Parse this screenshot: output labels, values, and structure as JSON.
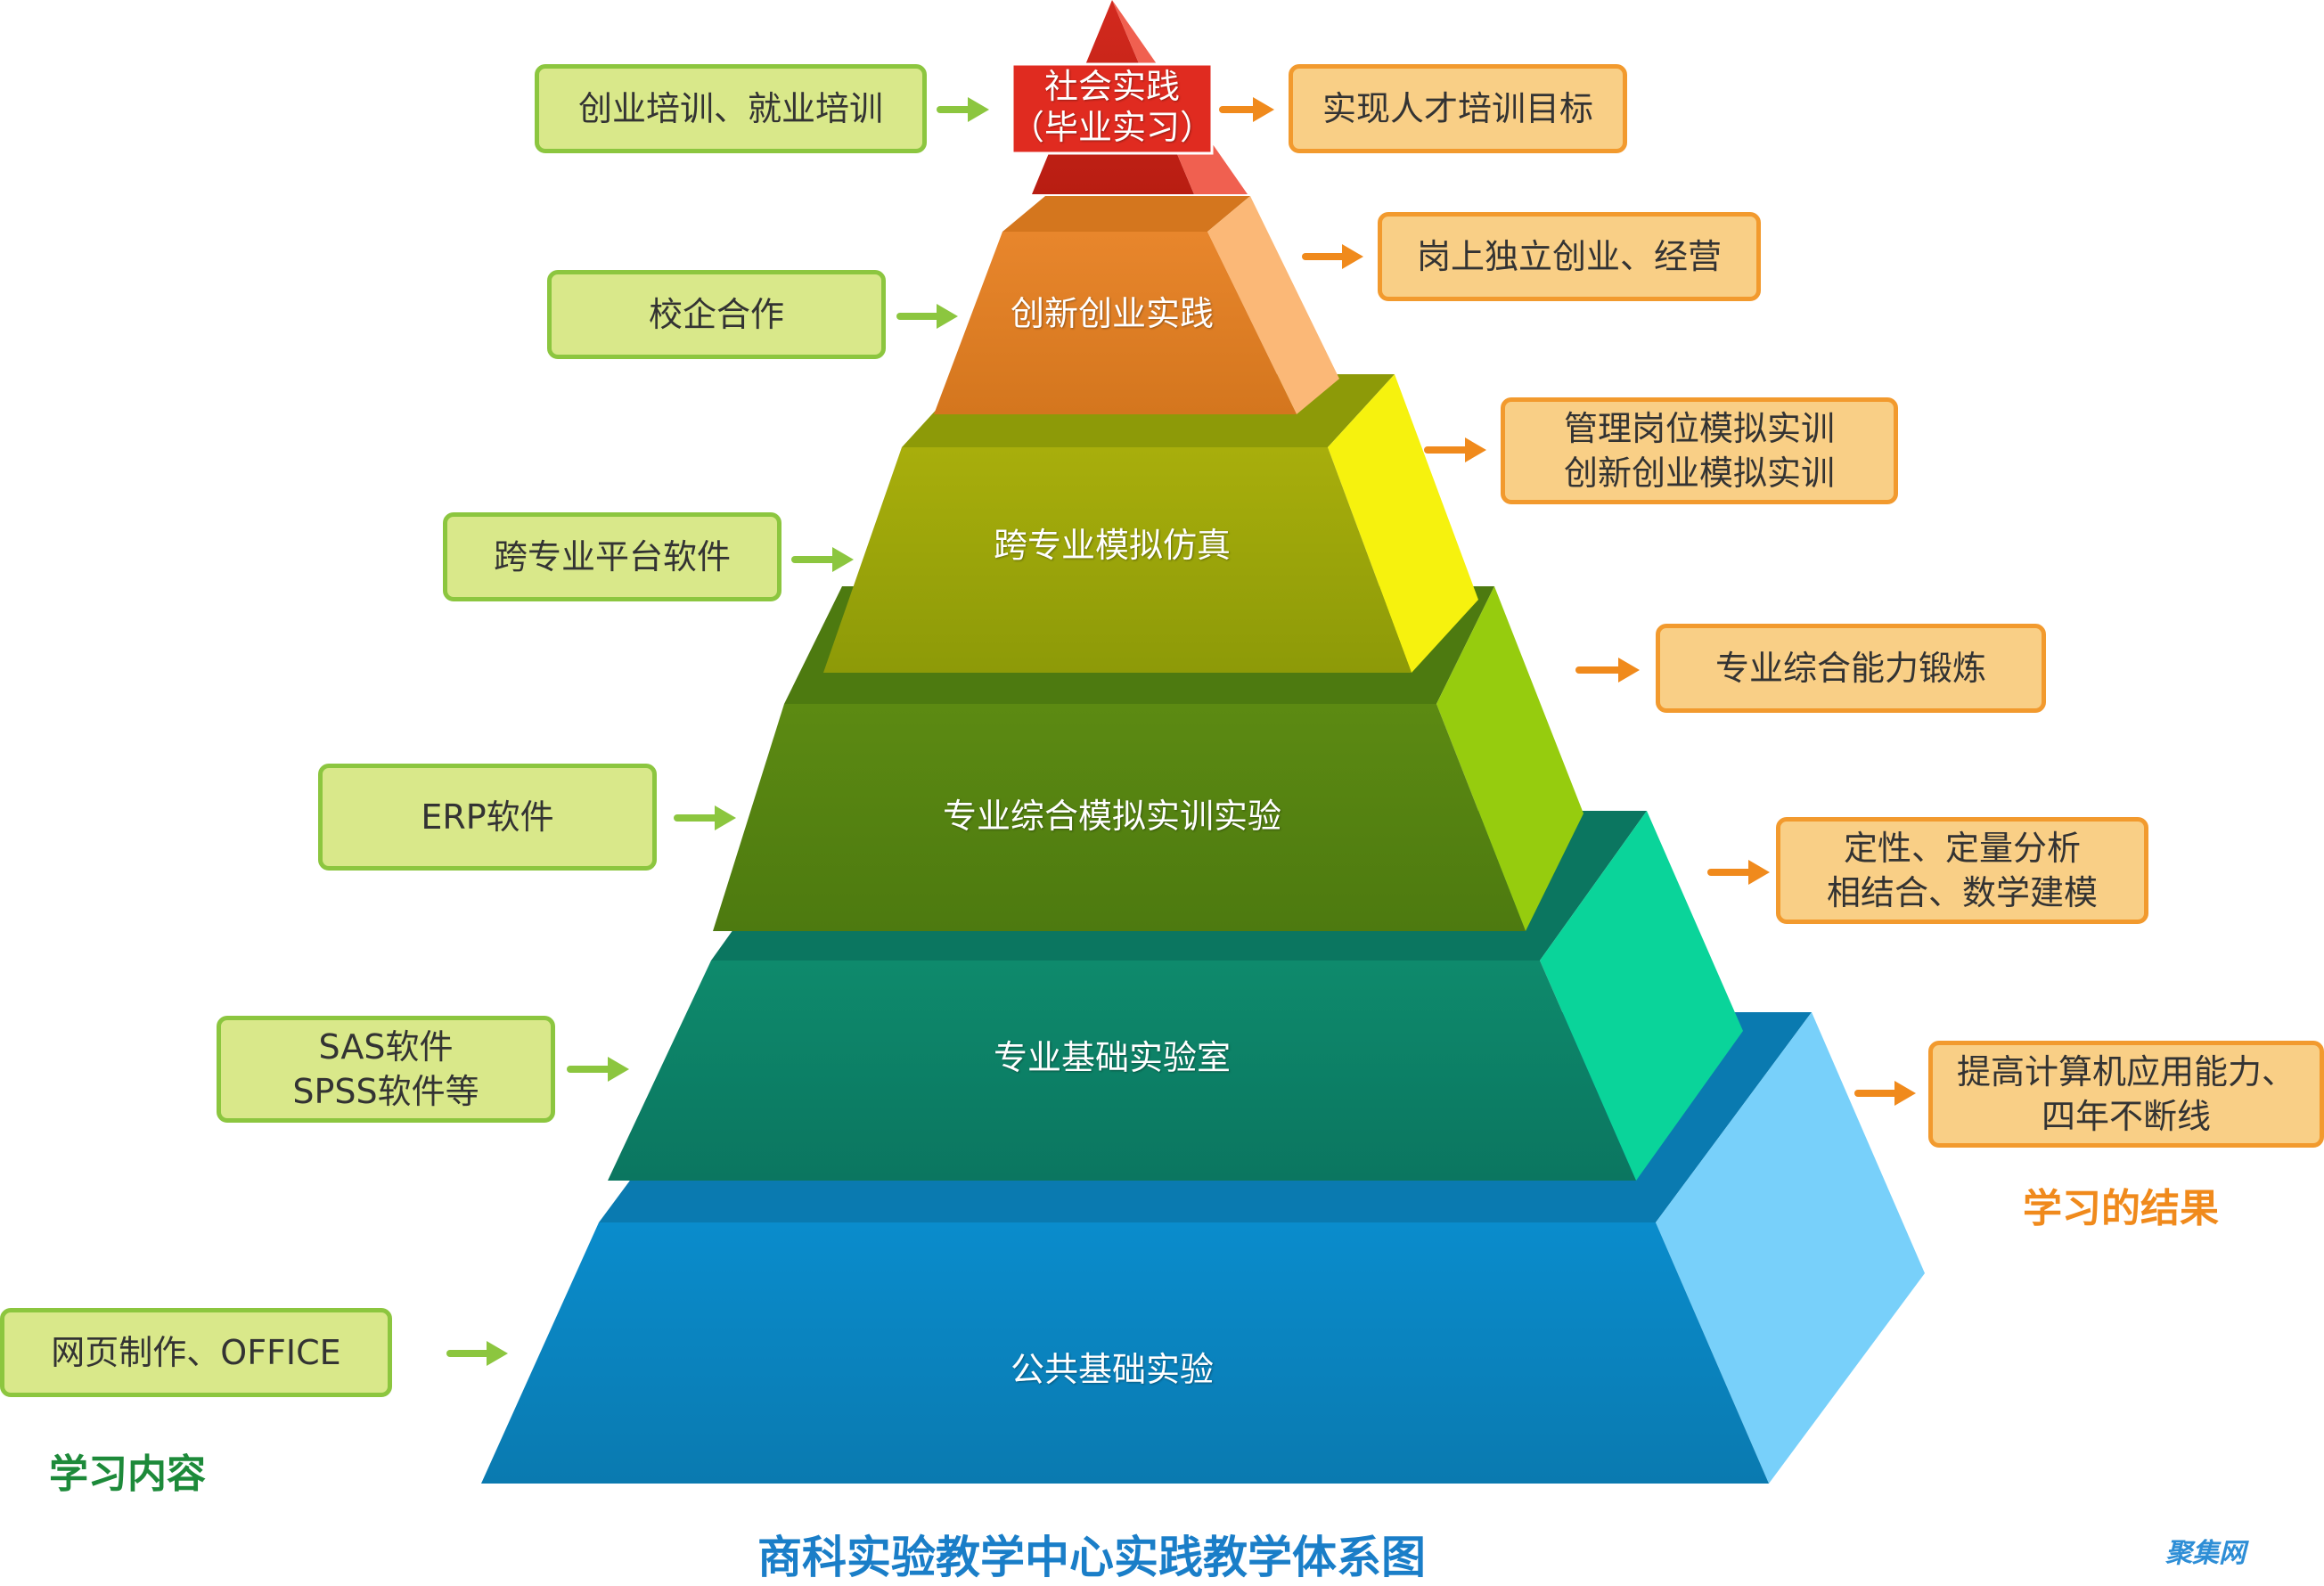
{
  "title": "商科实验教学中心实践教学体系图",
  "left_heading": "学习内容",
  "right_heading": "学习的结果",
  "watermark": "聚集网",
  "colors": {
    "title": "#1a7ec8",
    "left_heading": "#1d8a3a",
    "right_heading": "#f08a1c",
    "left_box_fill": "#d9e88a",
    "left_box_border": "#8cc63f",
    "right_box_fill": "#f9cf86",
    "right_box_border": "#f29a2e",
    "left_arrow": "#8cc63f",
    "right_arrow": "#f08a1c"
  },
  "tiers": [
    {
      "label_lines": [
        "社会实践",
        "（毕业实习）"
      ],
      "left": [
        "创业培训、就业培训"
      ],
      "right": [
        "实现人才培训目标"
      ],
      "colors": {
        "front": "#d32a1e",
        "side": "#f06050",
        "top": "#b81d12"
      }
    },
    {
      "label_lines": [
        "创新创业实践"
      ],
      "left": [
        "校企合作"
      ],
      "right": [
        "岗上独立创业、经营"
      ],
      "colors": {
        "front": "#e8862c",
        "side": "#fbb877",
        "top": "#d4761e"
      }
    },
    {
      "label_lines": [
        "跨专业模拟仿真"
      ],
      "left": [
        "跨专业平台软件"
      ],
      "right": [
        "管理岗位模拟实训",
        "创新创业模拟实训"
      ],
      "colors": {
        "front": "#a8ae0c",
        "side": "#f6f20e",
        "top": "#8d9a08"
      }
    },
    {
      "label_lines": [
        "专业综合模拟实训实验"
      ],
      "left": [
        "ERP软件"
      ],
      "right": [
        "专业综合能力锻炼"
      ],
      "colors": {
        "front": "#5c8a12",
        "side": "#96cc0e",
        "top": "#4d7a10"
      }
    },
    {
      "label_lines": [
        "专业基础实验室"
      ],
      "left": [
        "SAS软件",
        "SPSS软件等"
      ],
      "right": [
        "定性、定量分析",
        "相结合、数学建模"
      ],
      "colors": {
        "front": "#0e8a6c",
        "side": "#0ad49a",
        "top": "#0b7660"
      }
    },
    {
      "label_lines": [
        "公共基础实验"
      ],
      "left": [
        "网页制作、OFFICE"
      ],
      "right": [
        "提高计算机应用能力、",
        "四年不断线"
      ],
      "colors": {
        "front": "#0a8ccc",
        "side": "#78d0fa",
        "top": "#0a7ab0"
      }
    }
  ]
}
